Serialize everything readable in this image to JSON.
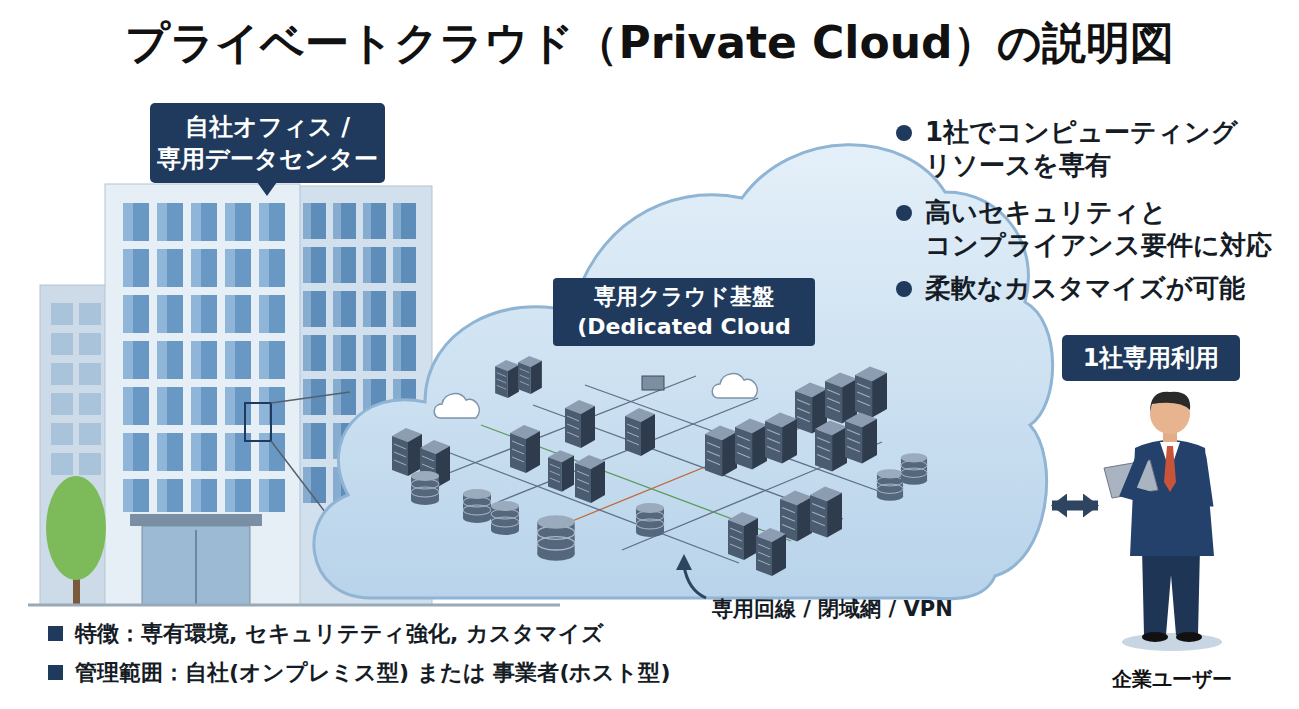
{
  "diagram": {
    "title": "プライベートクラウド（Private Cloud）の説明図",
    "nodes": [
      {
        "text": [
          "自社オフィス / 専用データセンター"
        ]
      },
      {
        "text": [
          "専用クラウド基盤 (Dedicated Cloud"
        ]
      },
      {
        "text": [
          "1社専用利用"
        ]
      },
      {
        "text": [
          "企業ユーザー"
        ]
      }
    ],
    "edges": [
      {
        "from": 1,
        "to": 3,
        "arrow": "both"
      }
    ],
    "labels": [
      "1社でコンピューティング リソースを専有",
      "高いセキュリティと コンプライアンス要件に対応",
      "柔軟なカスタマイズが可能",
      "専用回線 / 閉域網 / VPN",
      "特徴：専有環境, セキュリテティ強化, カスタマイズ",
      "管理範囲：自社(オンプレミス型) または 事業者(ホスト型)"
    ]
  }
}
